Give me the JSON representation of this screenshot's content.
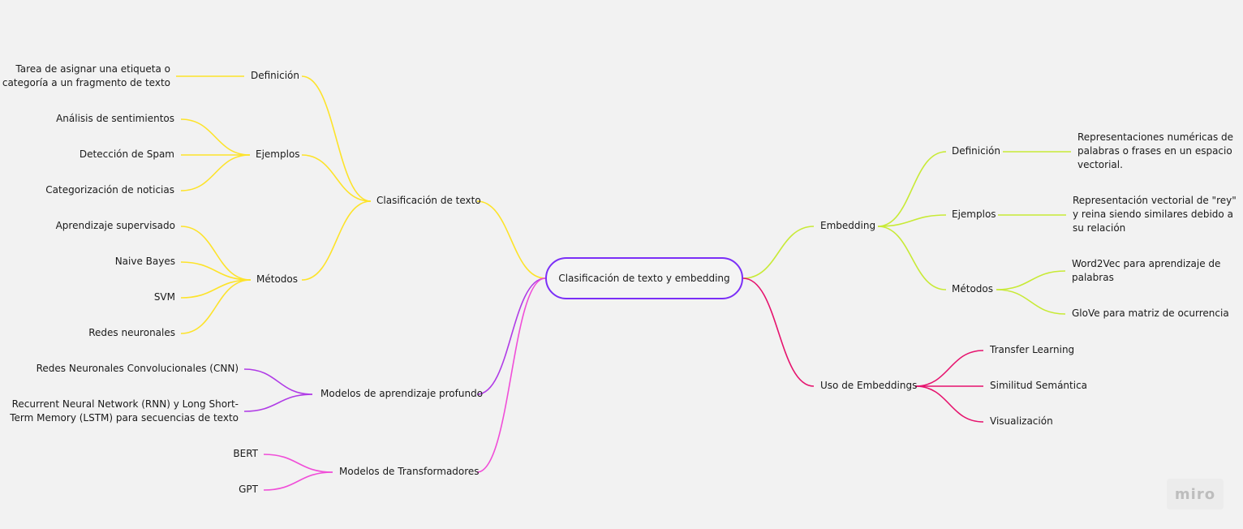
{
  "colors": {
    "root_border": "#7b2ff7",
    "branch_clasificacion": "#fde32a",
    "branch_deep": "#b03ce6",
    "branch_transformers": "#f04ed8",
    "branch_embedding": "#c8ea36",
    "branch_uso": "#e6136e"
  },
  "root": {
    "label": "Clasificación de texto y embedding"
  },
  "left": {
    "clasificacion": {
      "label": "Clasificación de texto",
      "definicion": {
        "label": "Definición",
        "text": "Tarea de asignar una etiqueta o\ncategoría a un fragmento de texto"
      },
      "ejemplos": {
        "label": "Ejemplos",
        "items": [
          "Análisis de sentimientos",
          "Detección de Spam",
          "Categorización de noticias"
        ]
      },
      "metodos": {
        "label": "Métodos",
        "items": [
          "Aprendizaje supervisado",
          "Naive Bayes",
          "SVM",
          "Redes neuronales"
        ]
      }
    },
    "deep": {
      "label": "Modelos de aprendizaje profundo",
      "items": [
        "Redes Neuronales Convolucionales (CNN)",
        "Recurrent Neural Network (RNN) y Long Short-\nTerm Memory (LSTM) para secuencias de texto"
      ]
    },
    "transformers": {
      "label": "Modelos de Transformadores",
      "items": [
        "BERT",
        "GPT"
      ]
    }
  },
  "right": {
    "embedding": {
      "label": "Embedding",
      "definicion": {
        "label": "Definición",
        "text": "Representaciones numéricas de\npalabras o frases en un espacio\nvectorial."
      },
      "ejemplos": {
        "label": "Ejemplos",
        "text": "Representación vectorial de \"rey\"\ny reina siendo similares debido a\nsu relación"
      },
      "metodos": {
        "label": "Métodos",
        "items": [
          "Word2Vec para aprendizaje de\npalabras",
          "GloVe para matriz de ocurrencia"
        ]
      }
    },
    "uso": {
      "label": "Uso de Embeddings",
      "items": [
        "Transfer Learning",
        "Similitud Semántica",
        "Visualización"
      ]
    }
  },
  "watermark": "miro"
}
